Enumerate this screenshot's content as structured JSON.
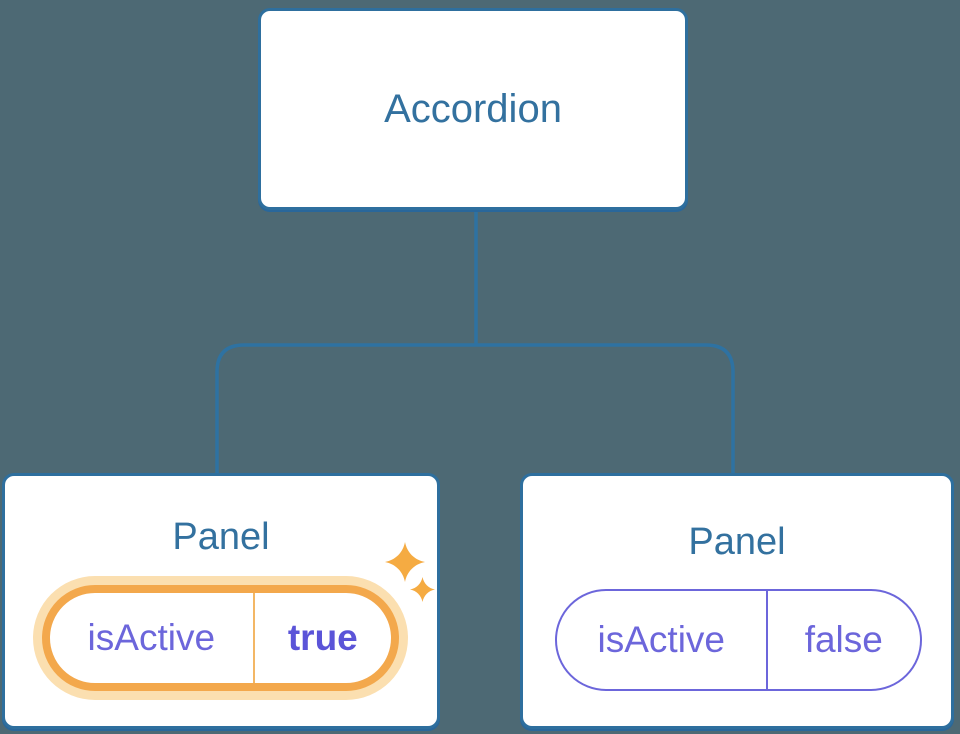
{
  "tree": {
    "root": {
      "label": "Accordion"
    },
    "children": [
      {
        "label": "Panel",
        "prop": {
          "name": "isActive",
          "value": "true"
        },
        "highlighted": true,
        "decoration": "sparkle-icons"
      },
      {
        "label": "Panel",
        "prop": {
          "name": "isActive",
          "value": "false"
        },
        "highlighted": false,
        "decoration": "none"
      }
    ]
  },
  "icons": {
    "sparkle": "four-point-star"
  },
  "colors": {
    "background": "#4d6974",
    "node_background": "#ffffff",
    "node_border": "#2e6f9e",
    "node_text": "#33719f",
    "state_text": "#6c66db",
    "state_value_active_text": "#5b54d8",
    "highlight_border": "#f3a84c",
    "highlight_glow": "#fbdfb0",
    "sparkle": "#f5ab42"
  }
}
